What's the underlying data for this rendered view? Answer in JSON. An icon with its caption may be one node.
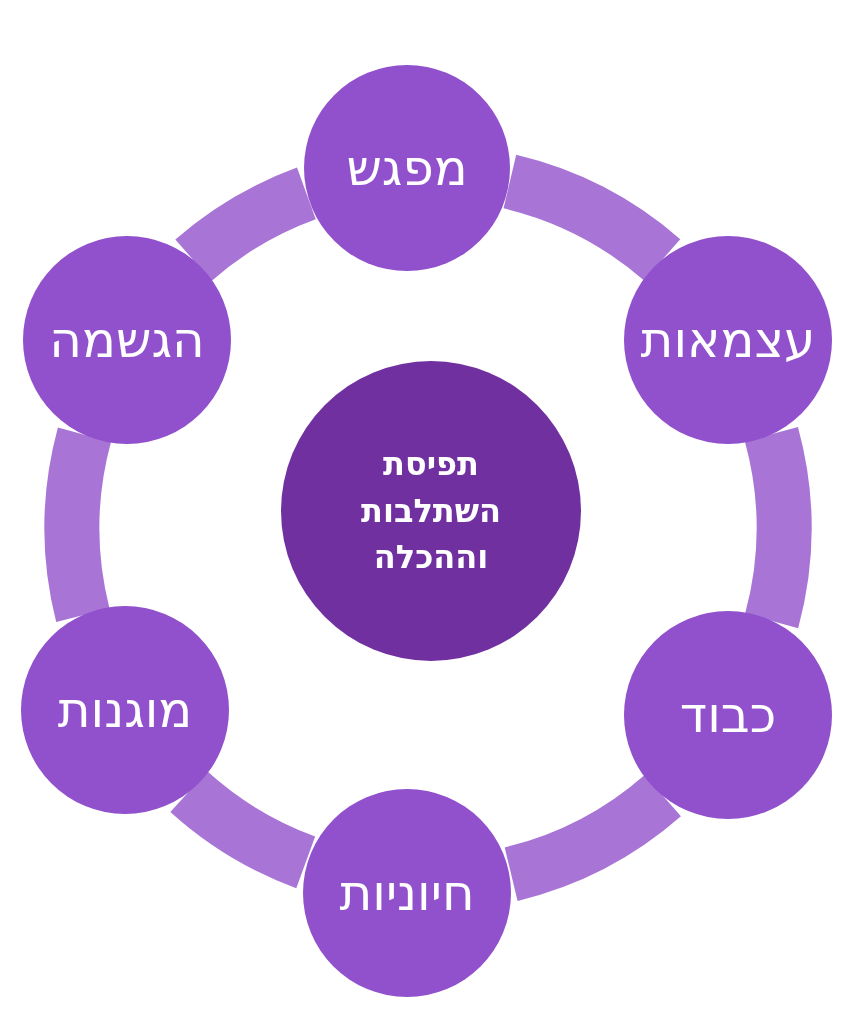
{
  "diagram": {
    "nodes": [
      {
        "text": [
          "מפגש"
        ]
      },
      {
        "text": [
          "עצמאות"
        ]
      },
      {
        "text": [
          "הגשמה"
        ]
      },
      {
        "text": [
          "תפיסת השתלבות וההכלה"
        ]
      },
      {
        "text": [
          "כבוד"
        ]
      },
      {
        "text": [
          "מוגנות"
        ]
      },
      {
        "text": [
          "חיוניות"
        ]
      }
    ],
    "edges": [
      {
        "from": 0,
        "to": 1,
        "arrow": "none"
      },
      {
        "from": 1,
        "to": 4,
        "arrow": "none"
      },
      {
        "from": 4,
        "to": 6,
        "arrow": "none"
      },
      {
        "from": 6,
        "to": 5,
        "arrow": "none"
      },
      {
        "from": 5,
        "to": 2,
        "arrow": "none"
      },
      {
        "from": 2,
        "to": 0,
        "arrow": "none"
      }
    ]
  }
}
